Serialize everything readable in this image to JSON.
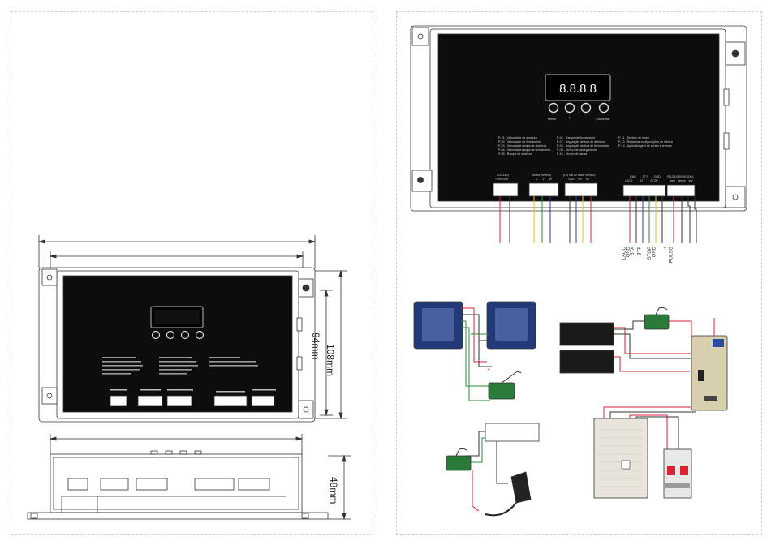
{
  "dimensions": {
    "height_label": "108mm",
    "inner_height_label": "94mm",
    "depth_label": "48mm"
  },
  "display": {
    "digits": "8.8.8.8"
  },
  "buttons": {
    "labels": [
      "Menu",
      "+",
      "-",
      "Confirmar"
    ]
  },
  "params": {
    "col1": [
      "P-01 - Velocidade de abertura",
      "P-02 - Velocidade de fechamento",
      "P-03 - Velocidade rampa de abertura",
      "P-04 - Velocidade rampa de fechamento",
      "P-05 - Rampa de abertura"
    ],
    "col2": [
      "P-06 - Rampa de fechamento",
      "P-07 - Regulação de fora de abertura",
      "P-08 - Regulação de fora de fechamento",
      "P-09 - Tempo de carregamento",
      "P-10 - Tempo de pausa"
    ],
    "col3": [
      "P-11 - Sentido do motor",
      "P-12 - Restaurar configurações de fábrica",
      "P-13 - Aprendizagem de centro e reverso"
    ]
  },
  "terminals": {
    "power_title": "(DC 24V)",
    "power_pins": [
      "+24V",
      "GND"
    ],
    "motor_title": "(Motor elétrico)",
    "motor_pins": [
      "U",
      "V",
      "W"
    ],
    "hall_title": "(Fio hall do motor elétrico)",
    "hall_pins": [
      "GND",
      "HV",
      "5V"
    ],
    "io_pins_top": [
      "GND",
      "STY",
      "GND"
    ],
    "io_pins": [
      "LACO",
      "BT",
      "STOP"
    ],
    "pulse_title": "PULSA   SIRENE/SOLA",
    "pulse_pins": [
      "sirm",
      "sirene sirv"
    ]
  },
  "wire_labels": [
    "LACO",
    "GND",
    "BTA",
    "BTF",
    "STOP",
    "GND",
    "PULSO",
    "+"
  ],
  "accessory": {
    "polarity_minus": "-",
    "polarity_plus": "+"
  }
}
